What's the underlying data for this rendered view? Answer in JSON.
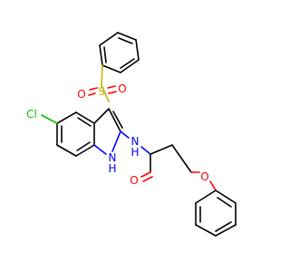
{
  "molecule": {
    "atoms": [
      {
        "id": "S",
        "label": "S",
        "color": "#c8b400"
      },
      {
        "id": "O1",
        "label": "O",
        "color": "#ff0000"
      },
      {
        "id": "O2",
        "label": "O",
        "color": "#ff0000"
      },
      {
        "id": "Cl",
        "label": "Cl",
        "color": "#00c000"
      },
      {
        "id": "NH_amide",
        "label": "N",
        "sub": "H",
        "color": "#0000ff"
      },
      {
        "id": "NH_indole",
        "label": "N",
        "sub": "H",
        "color": "#0000ff"
      },
      {
        "id": "O_carbonyl",
        "label": "O",
        "color": "#ff0000"
      },
      {
        "id": "O_ether",
        "label": "O",
        "color": "#ff0000"
      }
    ]
  }
}
